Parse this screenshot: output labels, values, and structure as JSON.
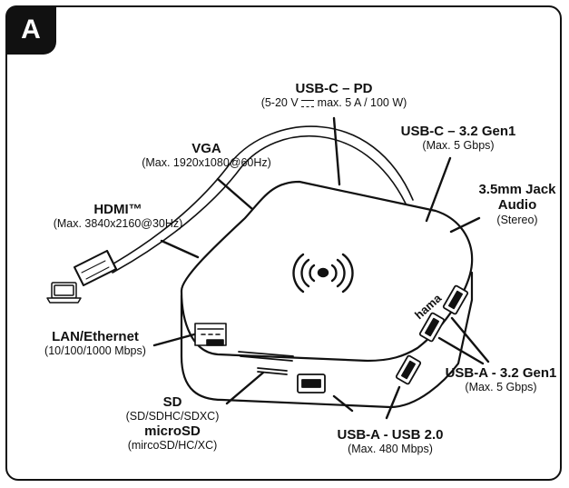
{
  "panel_letter": "A",
  "brand": "hama",
  "ports": {
    "usb_c_pd": {
      "title": "USB-C – PD",
      "spec_left": "(5-20 V",
      "spec_right": "max. 5 A / 100 W)"
    },
    "usb_c_gen1": {
      "title": "USB-C – 3.2 Gen1",
      "spec": "(Max. 5 Gbps)"
    },
    "vga": {
      "title": "VGA",
      "spec": "(Max. 1920x1080@60Hz)"
    },
    "hdmi": {
      "title": "HDMI™",
      "spec": "(Max. 3840x2160@30Hz)"
    },
    "audio": {
      "title_1": "3.5mm Jack",
      "title_2": "Audio",
      "spec": "(Stereo)"
    },
    "lan": {
      "title": "LAN/Ethernet",
      "spec": "(10/100/1000 Mbps)"
    },
    "usb_a_gen1": {
      "title": "USB-A - 3.2 Gen1",
      "spec": "(Max. 5 Gbps)"
    },
    "sd": {
      "title": "SD",
      "spec": "(SD/SDHC/SDXC)"
    },
    "microsd": {
      "title": "microSD",
      "spec": "(mircoSD/HC/XC)"
    },
    "usb_a_2": {
      "title": "USB-A - USB 2.0",
      "spec": "(Max. 480 Mbps)"
    }
  },
  "icons": [
    "laptop-icon",
    "wireless-charging-icon",
    "usb-c-plug-icon"
  ]
}
